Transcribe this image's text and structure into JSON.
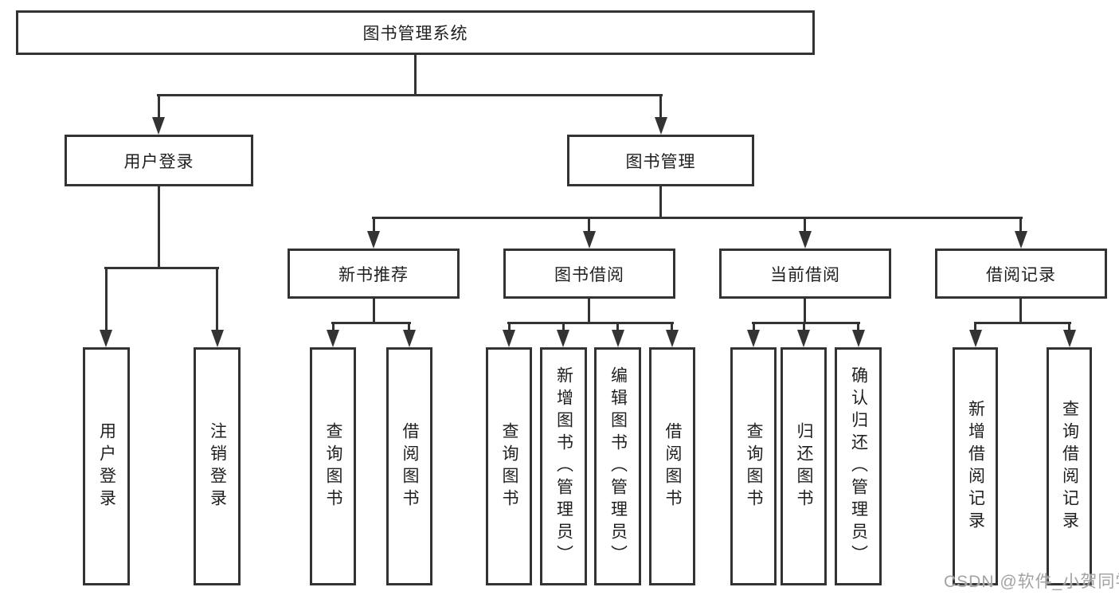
{
  "diagram": {
    "root": {
      "label": "图书管理系统"
    },
    "level2": [
      {
        "label": "用户登录"
      },
      {
        "label": "图书管理"
      }
    ],
    "level3": [
      {
        "label": "新书推荐"
      },
      {
        "label": "图书借阅"
      },
      {
        "label": "当前借阅"
      },
      {
        "label": "借阅记录"
      }
    ],
    "leaves": [
      {
        "label": "用户登录"
      },
      {
        "label": "注销登录"
      },
      {
        "label": "查询图书"
      },
      {
        "label": "借阅图书"
      },
      {
        "label": "查询图书"
      },
      {
        "label": "新增图书（管理员）"
      },
      {
        "label": "编辑图书（管理员）"
      },
      {
        "label": "借阅图书"
      },
      {
        "label": "查询图书"
      },
      {
        "label": "归还图书"
      },
      {
        "label": "确认归还（管理员）"
      },
      {
        "label": "新增借阅记录"
      },
      {
        "label": "查询借阅记录"
      }
    ],
    "hierarchy": [
      {
        "parent": "图书管理系统",
        "children": [
          "用户登录",
          "图书管理"
        ]
      },
      {
        "parent": "用户登录",
        "children": [
          "用户登录",
          "注销登录"
        ]
      },
      {
        "parent": "图书管理",
        "children": [
          "新书推荐",
          "图书借阅",
          "当前借阅",
          "借阅记录"
        ]
      },
      {
        "parent": "新书推荐",
        "children": [
          "查询图书",
          "借阅图书"
        ]
      },
      {
        "parent": "图书借阅",
        "children": [
          "查询图书",
          "新增图书（管理员）",
          "编辑图书（管理员）",
          "借阅图书"
        ]
      },
      {
        "parent": "当前借阅",
        "children": [
          "查询图书",
          "归还图书",
          "确认归还（管理员）"
        ]
      },
      {
        "parent": "借阅记录",
        "children": [
          "新增借阅记录",
          "查询借阅记录"
        ]
      }
    ]
  },
  "watermark": {
    "text": "CSDN @软件_小贺同学"
  },
  "colors": {
    "line": "#333333",
    "text": "#1f1f1f",
    "background": "#ffffff",
    "watermark": "#a3a3a3"
  }
}
